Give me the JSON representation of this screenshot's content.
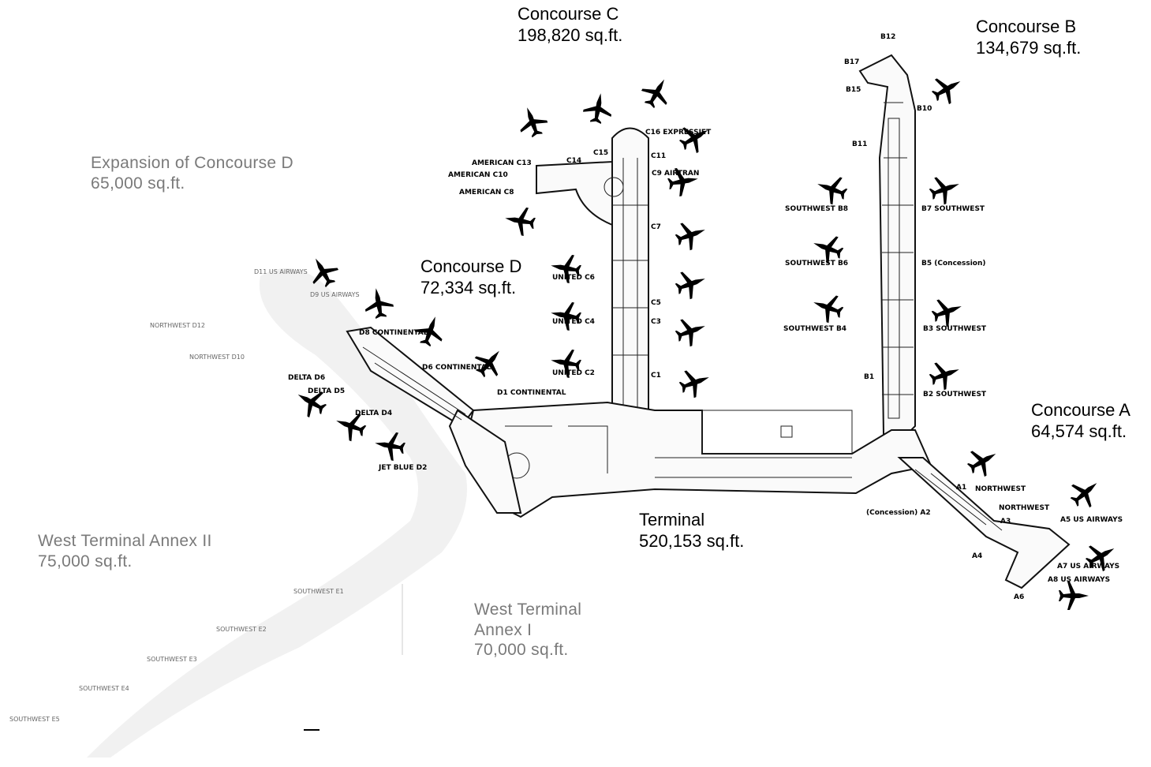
{
  "areas": {
    "concourse_c": {
      "name": "Concourse C",
      "area": "198,820 sq.ft."
    },
    "concourse_b": {
      "name": "Concourse B",
      "area": "134,679 sq.ft."
    },
    "expansion_d": {
      "name": "Expansion of Concourse D",
      "area": "65,000 sq.ft."
    },
    "concourse_d": {
      "name": "Concourse D",
      "area": "72,334 sq.ft."
    },
    "concourse_a": {
      "name": "Concourse A",
      "area": "64,574 sq.ft."
    },
    "terminal": {
      "name": "Terminal",
      "area": "520,153 sq.ft."
    },
    "annex_ii": {
      "name": "West Terminal Annex II",
      "area": "75,000 sq.ft."
    },
    "annex_i": {
      "name_line1": "West Terminal",
      "name_line2": "Annex I",
      "area": "70,000 sq.ft."
    }
  },
  "gate_labels": {
    "b12": "B12",
    "b17": "B17",
    "b15": "B15",
    "b10": "B10",
    "b11": "B11",
    "b8_left": "SOUTHWEST B8",
    "b7_right": "B7 SOUTHWEST",
    "b6_left": "SOUTHWEST B6",
    "b5_right": "B5 (Concession)",
    "b4_left": "SOUTHWEST B4",
    "b3_right": "B3 SOUTHWEST",
    "b1": "B1",
    "b2_right": "B2 SOUTHWEST",
    "c14": "C14",
    "c15": "C15",
    "c16": "C16 EXPRESSJET",
    "c11": "C11",
    "c9": "C9 AIRTRAN",
    "c13": "AMERICAN C13",
    "c10": "AMERICAN C10",
    "c8": "AMERICAN C8",
    "c7": "C7",
    "c6": "UNITED C6",
    "c5": "C5",
    "c4": "UNITED C4",
    "c3": "C3",
    "c2": "UNITED C2",
    "c1": "C1",
    "d11": "D11 US AIRWAYS",
    "d9": "D9 US AIRWAYS",
    "d12": "NORTHWEST D12",
    "d10": "NORTHWEST D10",
    "d8": "D8 CONTINENTAL",
    "d6": "D6 CONTINENTAL",
    "d1": "D1 CONTINENTAL",
    "delta_d6": "DELTA D6",
    "delta_d5": "DELTA D5",
    "delta_d4": "DELTA D4",
    "d2": "JET BLUE D2",
    "a1": "A1",
    "nw_a1": "NORTHWEST",
    "nw_a3": "NORTHWEST",
    "a3": "A3",
    "a5": "A5 US AIRWAYS",
    "a7": "A7 US AIRWAYS",
    "a8": "A8 US AIRWAYS",
    "a2": "(Concession) A2",
    "a4": "A4",
    "a6": "A6",
    "e1": "SOUTHWEST E1",
    "e2": "SOUTHWEST E2",
    "e3": "SOUTHWEST E3",
    "e4": "SOUTHWEST E4",
    "e5": "SOUTHWEST E5"
  }
}
